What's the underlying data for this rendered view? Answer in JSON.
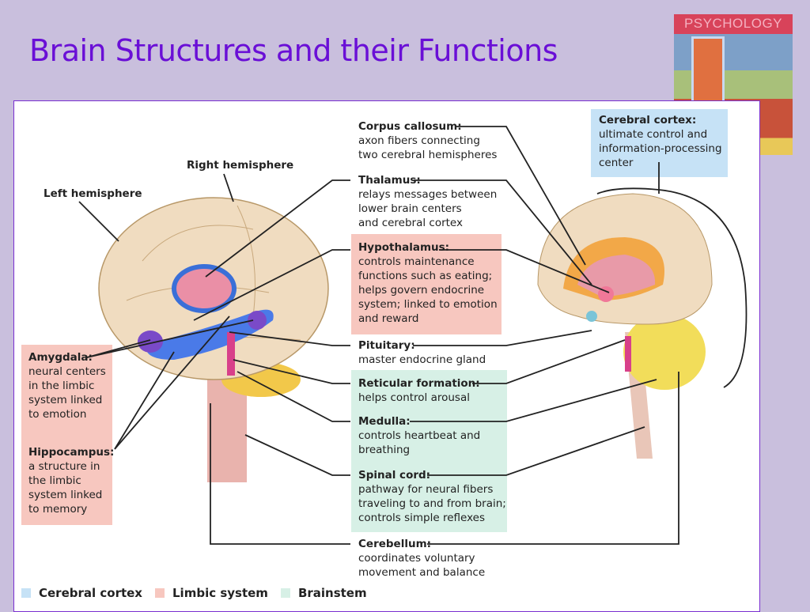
{
  "title": "Brain Structures and their Functions",
  "book_cover": {
    "text": "PSYCHOLOGY"
  },
  "labels": {
    "left_hemisphere": "Left hemisphere",
    "right_hemisphere": "Right hemisphere",
    "cerebral_cortex": {
      "name": "Cerebral cortex:",
      "desc": [
        "ultimate control and",
        "information-processing",
        "center"
      ]
    },
    "corpus_callosum": {
      "name": "Corpus callosum:",
      "desc": [
        "axon fibers connecting",
        "two cerebral hemispheres"
      ]
    },
    "thalamus": {
      "name": "Thalamus:",
      "desc": [
        "relays messages between",
        "lower brain centers",
        "and cerebral cortex"
      ]
    },
    "hypothalamus": {
      "name": "Hypothalamus:",
      "desc": [
        "controls maintenance",
        "functions such as eating;",
        "helps govern endocrine",
        "system; linked to emotion",
        "and reward"
      ]
    },
    "pituitary": {
      "name": "Pituitary:",
      "desc": [
        "master endocrine gland"
      ]
    },
    "reticular_formation": {
      "name": "Reticular formation:",
      "desc": [
        "helps control arousal"
      ]
    },
    "medulla": {
      "name": "Medulla:",
      "desc": [
        "controls heartbeat and",
        "breathing"
      ]
    },
    "spinal_cord": {
      "name": "Spinal cord:",
      "desc": [
        "pathway for neural fibers",
        "traveling to and from brain;",
        "controls simple reflexes"
      ]
    },
    "cerebellum": {
      "name": "Cerebellum:",
      "desc": [
        "coordinates voluntary",
        "movement and balance"
      ]
    },
    "amygdala": {
      "name": "Amygdala:",
      "desc": [
        "neural centers",
        "in the limbic",
        "system linked",
        "to emotion"
      ]
    },
    "hippocampus": {
      "name": "Hippocampus:",
      "desc": [
        "a structure in",
        "the limbic",
        "system linked",
        "to memory"
      ]
    }
  },
  "legend": [
    {
      "label": "Cerebral cortex",
      "color": "#c6e2f6"
    },
    {
      "label": "Limbic system",
      "color": "#f7c7bf"
    },
    {
      "label": "Brainstem",
      "color": "#d7f0e6"
    }
  ],
  "colors": {
    "background": "#c9bfdd",
    "title": "#6a0fd6",
    "frame_border": "#7a2fd0"
  }
}
